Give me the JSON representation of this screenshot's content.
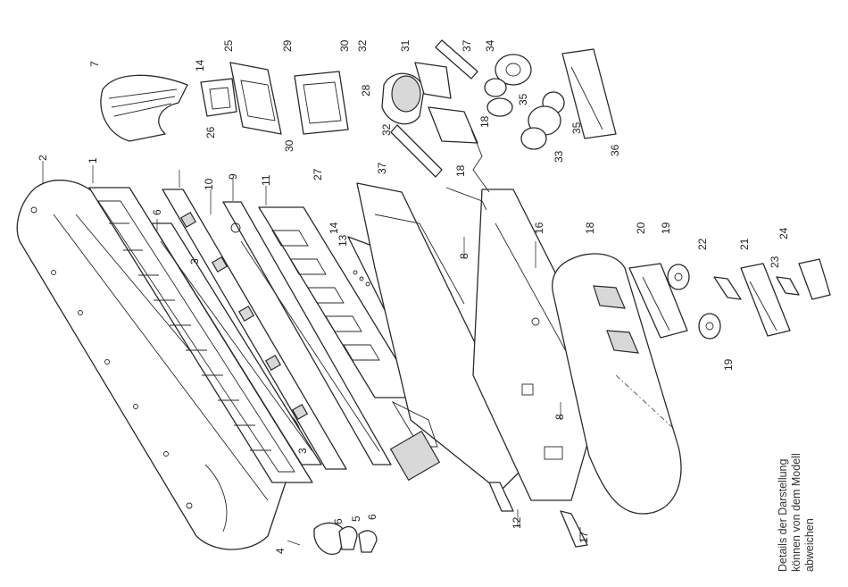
{
  "caption": {
    "lines": [
      "Details der Darstellung",
      "können von dem Modell",
      "abweichen"
    ]
  },
  "callouts": [
    "1",
    "2",
    "3",
    "3",
    "4",
    "5",
    "6",
    "6",
    "6",
    "7",
    "8",
    "8",
    "9",
    "10",
    "11",
    "12",
    "13",
    "14",
    "14",
    "16",
    "17",
    "18",
    "18",
    "18",
    "19",
    "19",
    "20",
    "21",
    "22",
    "23",
    "24",
    "25",
    "26",
    "27",
    "28",
    "29",
    "30",
    "30",
    "31",
    "32",
    "32",
    "33",
    "34",
    "35",
    "35",
    "36",
    "37",
    "37"
  ]
}
